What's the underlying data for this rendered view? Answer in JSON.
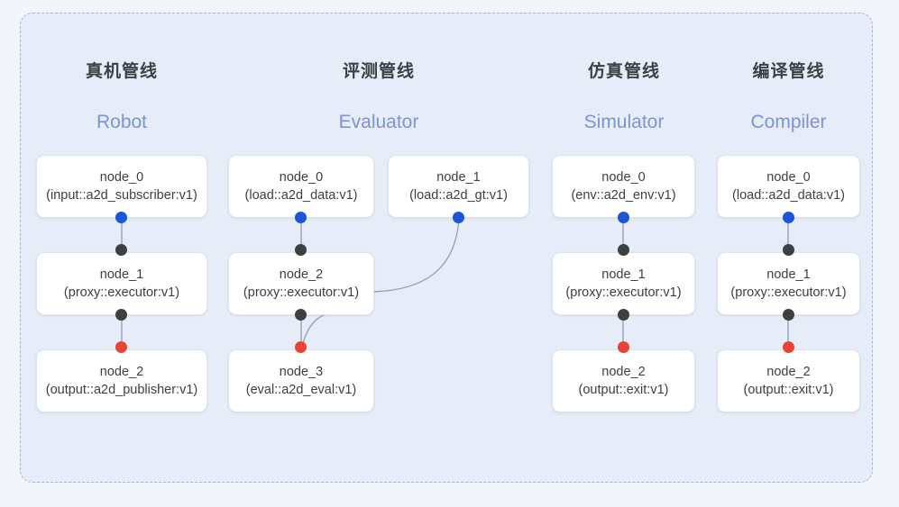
{
  "canvas": {
    "background_color": "#e7ecf9",
    "border_style": "dashed",
    "border_color": "#a9b4cc"
  },
  "palette": {
    "output_handle": "#1a56d6",
    "input_handle": "#3c4043",
    "terminal_handle": "#ea4335",
    "edge": "#9aa3b8",
    "title": "#3c4043",
    "subtitle": "#7c94d6",
    "node_bg": "#ffffff",
    "node_border": "#dfe3ec"
  },
  "columns": [
    {
      "title": "真机管线",
      "subtitle": "Robot",
      "nodes": [
        {
          "name": "node_0",
          "type": "(input::a2d_subscriber:v1)"
        },
        {
          "name": "node_1",
          "type": "(proxy::executor:v1)"
        },
        {
          "name": "node_2",
          "type": "(output::a2d_publisher:v1)"
        }
      ]
    },
    {
      "title": "评测管线",
      "subtitle": "Evaluator",
      "nodes": [
        {
          "name": "node_0",
          "type": "(load::a2d_data:v1)"
        },
        {
          "name": "node_1",
          "type": "(load::a2d_gt:v1)"
        },
        {
          "name": "node_2",
          "type": "(proxy::executor:v1)"
        },
        {
          "name": "node_3",
          "type": "(eval::a2d_eval:v1)"
        }
      ]
    },
    {
      "title": "仿真管线",
      "subtitle": "Simulator",
      "nodes": [
        {
          "name": "node_0",
          "type": "(env::a2d_env:v1)"
        },
        {
          "name": "node_1",
          "type": "(proxy::executor:v1)"
        },
        {
          "name": "node_2",
          "type": "(output::exit:v1)"
        }
      ]
    },
    {
      "title": "编译管线",
      "subtitle": "Compiler",
      "nodes": [
        {
          "name": "node_0",
          "type": "(load::a2d_data:v1)"
        },
        {
          "name": "node_1",
          "type": "(proxy::executor:v1)"
        },
        {
          "name": "node_2",
          "type": "(output::exit:v1)"
        }
      ]
    }
  ]
}
